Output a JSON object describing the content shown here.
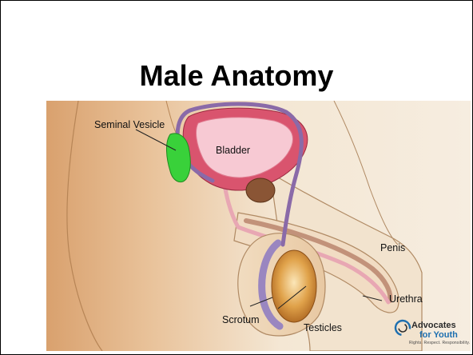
{
  "slide": {
    "title": "Male Anatomy"
  },
  "diagram": {
    "labels": {
      "seminal_vesicle": "Seminal Vesicle",
      "bladder": "Bladder",
      "penis": "Penis",
      "urethra": "Urethra",
      "scrotum": "Scrotum",
      "testicles": "Testicles"
    },
    "colors": {
      "skin_light": "#f3e6d2",
      "skin_mid": "#e8c9a0",
      "skin_dark": "#c88f5a",
      "bladder_outer": "#d9546e",
      "bladder_inner": "#f7c9d3",
      "vas_deferens": "#8a6aa8",
      "seminal_vesicle": "#39d13a",
      "prostate": "#8a5535",
      "urethra": "#e8a7b3",
      "testicle": "#c7822b",
      "epididymis": "#9a86c0"
    }
  },
  "logo": {
    "name_line1": "Advocates",
    "name_line2": "for Youth",
    "tagline": "Rights. Respect. Responsibility."
  }
}
